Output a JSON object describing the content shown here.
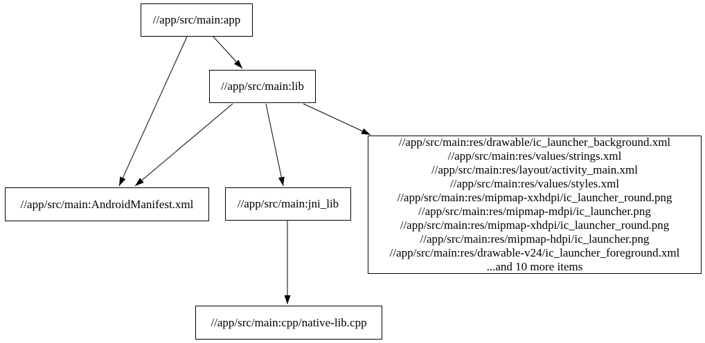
{
  "colors": {
    "background": "#ffffff",
    "node_border": "#000000",
    "edge": "#000000",
    "text": "#000000"
  },
  "graph": {
    "nodes": {
      "app": {
        "label": "//app/src/main:app"
      },
      "lib": {
        "label": "//app/src/main:lib"
      },
      "manifest": {
        "label": "//app/src/main:AndroidManifest.xml"
      },
      "jni_lib": {
        "label": "//app/src/main:jni_lib"
      },
      "cpp": {
        "label": "//app/src/main:cpp/native-lib.cpp"
      },
      "res": {
        "lines": [
          "//app/src/main:res/drawable/ic_launcher_background.xml",
          "//app/src/main:res/values/strings.xml",
          "//app/src/main:res/layout/activity_main.xml",
          "//app/src/main:res/values/styles.xml",
          "//app/src/main:res/mipmap-xxhdpi/ic_launcher_round.png",
          "//app/src/main:res/mipmap-mdpi/ic_launcher.png",
          "//app/src/main:res/mipmap-xhdpi/ic_launcher_round.png",
          "//app/src/main:res/mipmap-hdpi/ic_launcher.png",
          "//app/src/main:res/drawable-v24/ic_launcher_foreground.xml",
          "...and 10 more items"
        ]
      }
    },
    "edges": [
      {
        "from": "app",
        "to": "lib"
      },
      {
        "from": "app",
        "to": "manifest"
      },
      {
        "from": "lib",
        "to": "manifest"
      },
      {
        "from": "lib",
        "to": "jni_lib"
      },
      {
        "from": "lib",
        "to": "res"
      },
      {
        "from": "jni_lib",
        "to": "cpp"
      }
    ]
  }
}
